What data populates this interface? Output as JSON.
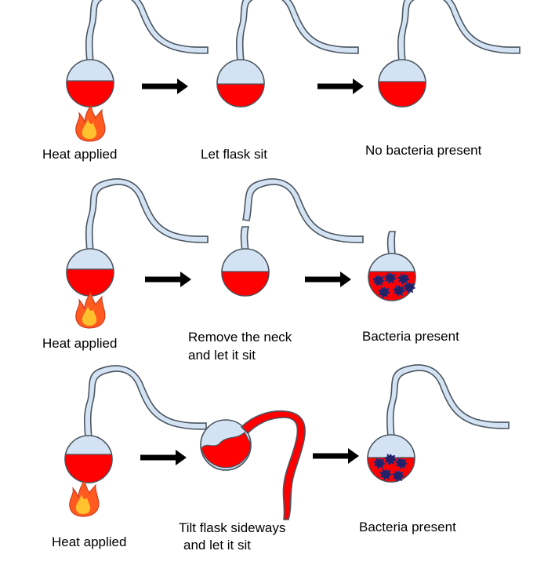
{
  "colors": {
    "glass": "#d4e3f3",
    "glass_outline": "#4a5560",
    "broth": "#ff0000",
    "bacteria": "#22226a",
    "arrow": "#000000",
    "flame_outer": "#ff5a1f",
    "flame_inner": "#ffc22e"
  },
  "rows": [
    {
      "labels": [
        "Heat applied",
        "Let flask sit",
        "No bacteria present"
      ]
    },
    {
      "labels": [
        "Heat applied",
        "Remove the neck",
        "and let it sit",
        "Bacteria present"
      ]
    },
    {
      "labels": [
        "Heat applied",
        "Tilt flask sideways",
        "and let it sit",
        "Bacteria present"
      ]
    }
  ]
}
